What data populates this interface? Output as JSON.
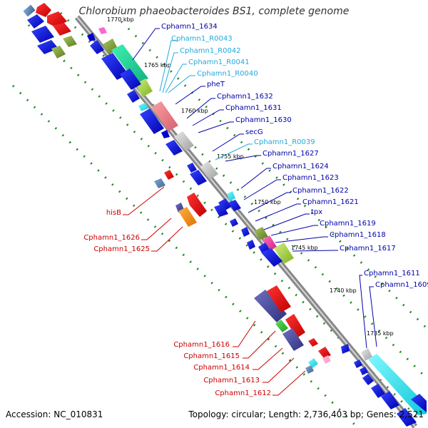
{
  "title": "Chlorobium phaeobacteroides BS1, complete genome",
  "footer": {
    "accession": "Accession: NC_010831",
    "topology": "Topology: circular; Length: 2,736,403 bp; Genes: 2,521"
  },
  "colors": {
    "cds_blue": "#0000cc",
    "cds_red": "#e00000",
    "rna_cyan": "#33c7e8",
    "label_blue": "#0000aa",
    "label_cyan": "#22aadd",
    "label_red": "#cc0000",
    "backbone": "#888888",
    "dots": "#228822"
  },
  "kbp_ticks": [
    "1770 kbp",
    "1765 kbp",
    "1760 kbp",
    "1755 kbp",
    "1750 kbp",
    "1745 kbp",
    "1740 kbp",
    "1735 kbp"
  ],
  "labels_right": [
    {
      "text": "Cphamn1_1634",
      "color": "label_blue"
    },
    {
      "text": "Cphamn1_R0043",
      "color": "label_cyan"
    },
    {
      "text": "Cphamn1_R0042",
      "color": "label_cyan"
    },
    {
      "text": "Cphamn1_R0041",
      "color": "label_cyan"
    },
    {
      "text": "Cphamn1_R0040",
      "color": "label_cyan"
    },
    {
      "text": "pheT",
      "color": "label_blue"
    },
    {
      "text": "Cphamn1_1632",
      "color": "label_blue"
    },
    {
      "text": "Cphamn1_1631",
      "color": "label_blue"
    },
    {
      "text": "Cphamn1_1630",
      "color": "label_blue"
    },
    {
      "text": "secG",
      "color": "label_blue"
    },
    {
      "text": "Cphamn1_R0039",
      "color": "label_cyan"
    },
    {
      "text": "Cphamn1_1627",
      "color": "label_blue"
    },
    {
      "text": "Cphamn1_1624",
      "color": "label_blue"
    },
    {
      "text": "Cphamn1_1623",
      "color": "label_blue"
    },
    {
      "text": "Cphamn1_1622",
      "color": "label_blue"
    },
    {
      "text": "Cphamn1_1621",
      "color": "label_blue"
    },
    {
      "text": "tpx",
      "color": "label_blue"
    },
    {
      "text": "Cphamn1_1619",
      "color": "label_blue"
    },
    {
      "text": "Cphamn1_1618",
      "color": "label_blue"
    },
    {
      "text": "Cphamn1_1617",
      "color": "label_blue"
    },
    {
      "text": "Cphamn1_1611",
      "color": "label_blue"
    },
    {
      "text": "Cphamn1_1609",
      "color": "label_blue"
    }
  ],
  "labels_left": [
    {
      "text": "hisB",
      "color": "label_red"
    },
    {
      "text": "Cphamn1_1626",
      "color": "label_red"
    },
    {
      "text": "Cphamn1_1625",
      "color": "label_red"
    },
    {
      "text": "Cphamn1_1616",
      "color": "label_red"
    },
    {
      "text": "Cphamn1_1615",
      "color": "label_red"
    },
    {
      "text": "Cphamn1_1614",
      "color": "label_red"
    },
    {
      "text": "Cphamn1_1613",
      "color": "label_red"
    },
    {
      "text": "Cphamn1_1612",
      "color": "label_red"
    }
  ]
}
